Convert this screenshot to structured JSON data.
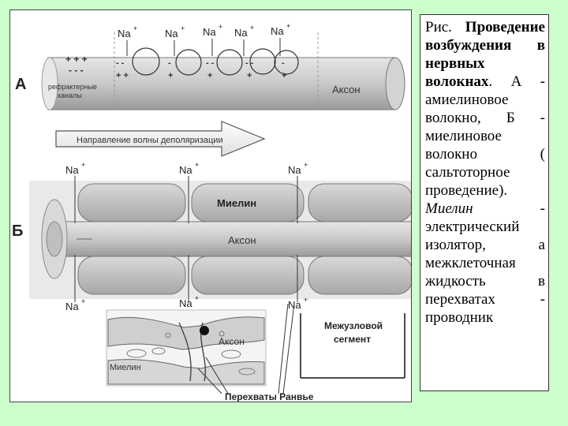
{
  "figure": {
    "section_a_label": "А",
    "section_b_label": "Б",
    "na_label": "Na",
    "na_superscript": "+",
    "plus_top_left": "+ + +",
    "minus_top_left": "- - -",
    "refractory_label_line1": "рефрактерные",
    "refractory_label_line2": "каналы",
    "axon_a_label": "Аксон",
    "direction_label": "Направление волны деполяризации",
    "myelin_label": "Миелин",
    "axon_b_label": "Аксон",
    "detail_axon_label": "Аксон",
    "detail_myelin_label": "Миелин",
    "internode_line1": "Межузловой",
    "internode_line2": "сегмент",
    "ranvier_label": "Перехваты Ранвье"
  },
  "caption": {
    "prefix": "Рис.",
    "title": "Проведение возбуждения в нервных волокнах",
    "text_part1": ". А - амиелиновое волокно, Б - миелиновое волокно ( сальтоторное проведение).",
    "myelin_word": "Миелин",
    "text_part2": " - электрический изолятор, а межклеточная жидкость в перехватах - проводник"
  },
  "colors": {
    "background": "#ccffcc",
    "axon_fill": "#c8c8c8",
    "myelin_fill": "#bdbdbd",
    "arrow_fill": "#f2f2f2"
  }
}
